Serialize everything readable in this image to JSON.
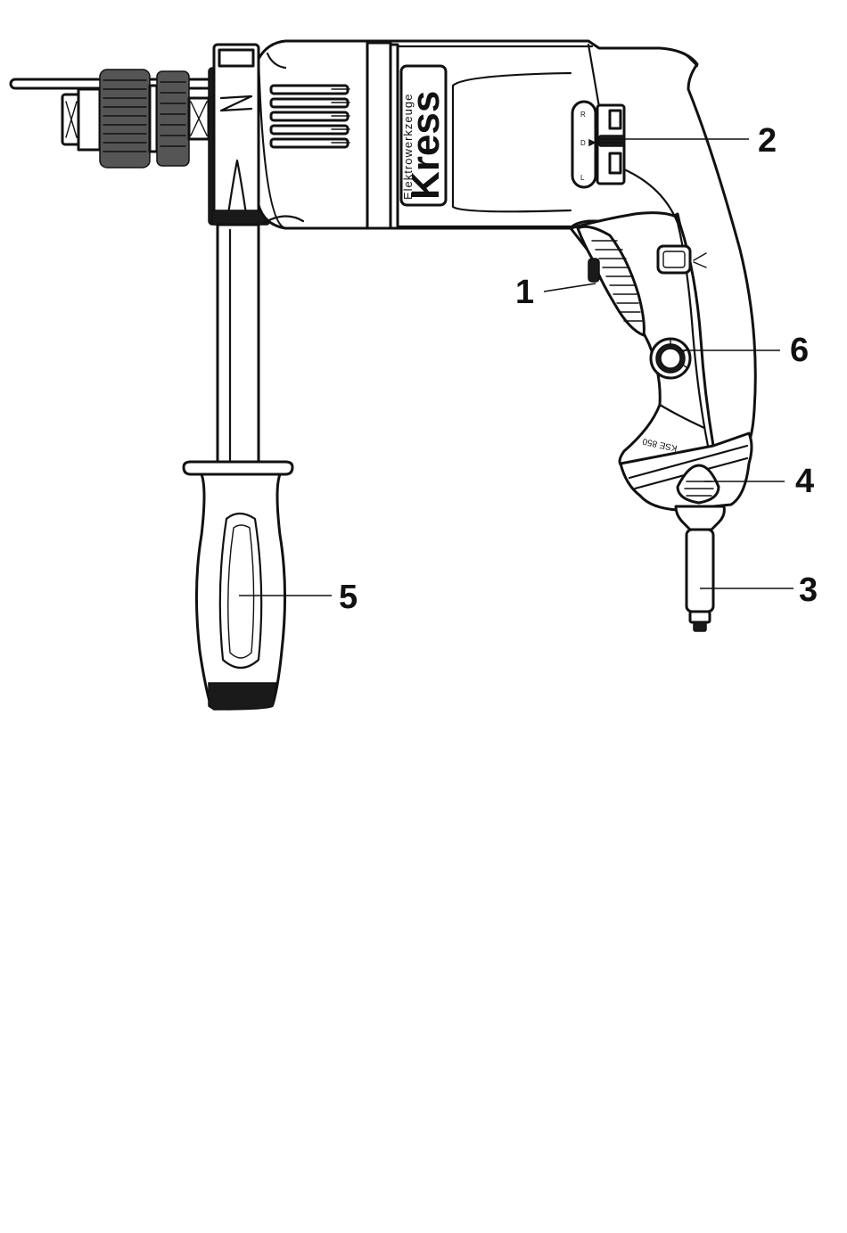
{
  "brand": {
    "logo": "Kress",
    "subtitle": "Elektrowerkzeuge",
    "model": "KSE 850"
  },
  "switch_markings": [
    "R",
    "D",
    "L"
  ],
  "callouts": [
    {
      "id": "1",
      "label": "1"
    },
    {
      "id": "2",
      "label": "2"
    },
    {
      "id": "3",
      "label": "3"
    },
    {
      "id": "4",
      "label": "4"
    },
    {
      "id": "5",
      "label": "5"
    },
    {
      "id": "6",
      "label": "6"
    }
  ],
  "colors": {
    "line": "#111111",
    "background": "#ffffff",
    "dark_fill": "#1a1a1a"
  }
}
